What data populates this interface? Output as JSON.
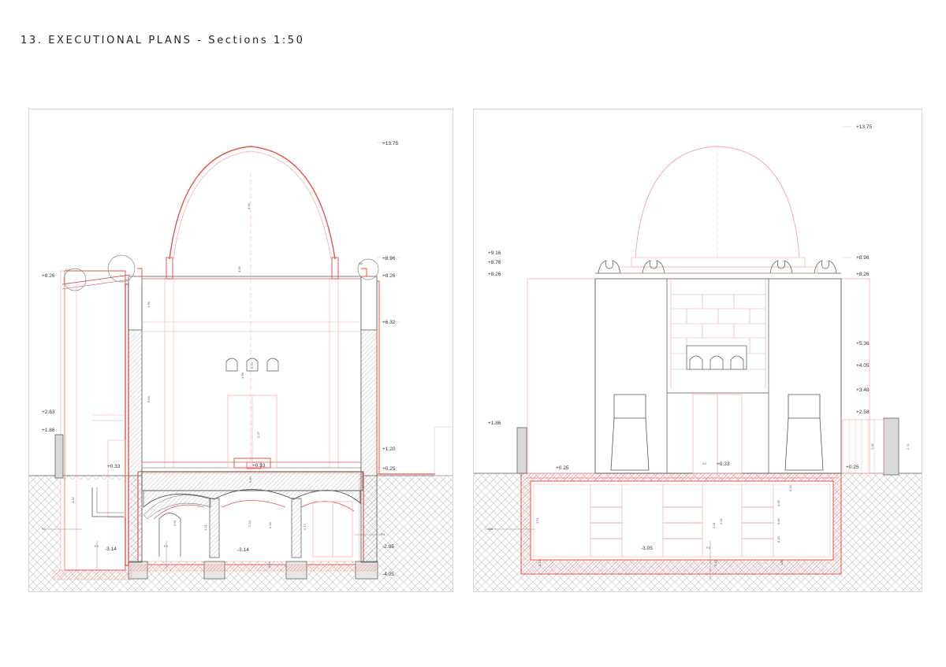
{
  "page": {
    "title": "13. EXECUTIONAL PLANS - Sections 1:50"
  },
  "colors": {
    "section_red": "#e8534d",
    "light_red": "#f4a7a2",
    "line_gray": "#555555",
    "hatch_gray": "#bdbdbd"
  },
  "left_section": {
    "levels": {
      "top": "+13.75",
      "cornice": "+8.96",
      "eave_right": "+8.26",
      "eave_left": "+8.26",
      "upper": "+6.32",
      "annex_roof": "+2.63",
      "annex_wall": "+1.86",
      "floor_step": "+1.20",
      "ground": "+0.25",
      "floor": "+0.33",
      "floor_center": "+0.33",
      "crypt_left": "-3.14",
      "crypt_center": "-3.14",
      "crypt_right": "-2.95",
      "foundation": "-4.05"
    },
    "tags": {
      "left_mark": "R3",
      "right_mark": "R3",
      "floor_left": "F3",
      "floor_center": "F3"
    },
    "dims": {
      "dome": "4.90",
      "hall": "3.00",
      "wall_upper": "1.96",
      "wall_lower": "5.84",
      "window": "1.99",
      "arch": "0.74",
      "door": "2.27",
      "bay": "2.91",
      "pier": "1.21",
      "slab": "0.80",
      "annex": "4.42",
      "crypt_a": "2.53",
      "crypt_b": "2.34",
      "crypt_c": "2.17",
      "step": "0.23",
      "detail_a": "D1",
      "detail_b": "D2"
    }
  },
  "right_section": {
    "levels": {
      "top": "+13.75",
      "l1": "+9.16",
      "l2": "+8.76",
      "l3": "+8.26",
      "r1": "+8.96",
      "r2": "+8.26",
      "r3": "+5.36",
      "r4": "+4.05",
      "r5": "+3.48",
      "r6": "+2.58",
      "annex": "+1.86",
      "ground_left": "+0.25",
      "floor": "+0.33",
      "ground_right": "+0.25",
      "crypt": "-3.05"
    },
    "tags": {
      "left_mark": "W3",
      "floor_mark": "F3",
      "floor_top": "A3"
    },
    "dims": {
      "crypt_h": "2.51",
      "shelf_a": "0.45",
      "shelf_b": "0.45",
      "shelf_c": "0.45",
      "top_gap": "0.25",
      "mid": "2.91",
      "mid2": "2.51",
      "slab": "0.30",
      "depth": "1.80",
      "post": "1.40",
      "fence": "2.71",
      "step": "0.10"
    }
  }
}
